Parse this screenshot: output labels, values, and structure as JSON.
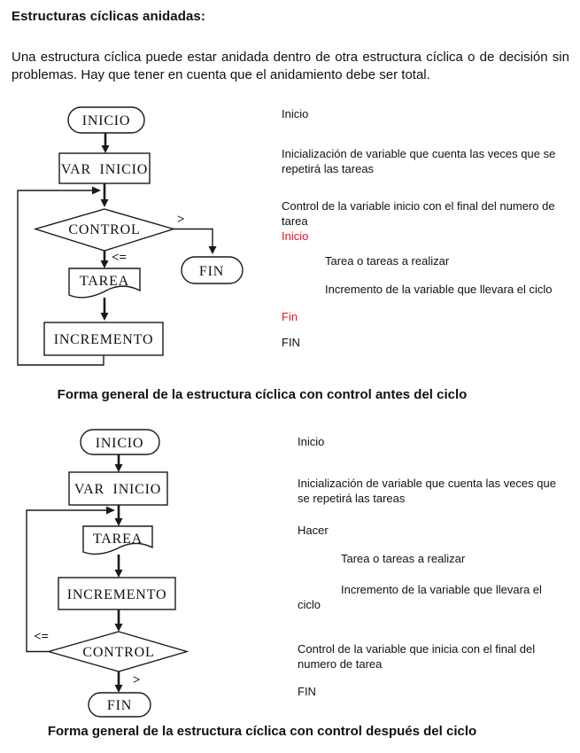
{
  "doc": {
    "title": "Estructuras cíclicas anidadas:",
    "intro": "Una estructura cíclica puede estar anidada dentro de otra estructura cíclica o de decisión sin problemas. Hay que tener en cuenta que el anidamiento debe ser total."
  },
  "colors": {
    "text": "#111111",
    "annotation_red": "#e8112d",
    "line": "#1a1a1a",
    "background": "#ffffff"
  },
  "fc1": {
    "caption": "Forma general de la estructura cíclica con control antes del ciclo",
    "nodes": {
      "start": "INICIO",
      "init": "VAR  INICIO",
      "decision": "CONTROL",
      "task": "TAREA",
      "increment": "INCREMENTO",
      "end": "FIN"
    },
    "edge_labels": {
      "greater": ">",
      "less_equal": "<="
    },
    "ann": [
      {
        "lines": [
          "Inicio"
        ]
      },
      {
        "lines": [
          "Inicialización de variable que cuenta las veces que se",
          "repetirá las tareas"
        ]
      },
      {
        "lines": [
          "Control de la variable inicio con el final del numero de",
          "tarea"
        ]
      },
      {
        "lines": [
          "Inicio"
        ]
      },
      {
        "lines": [
          "Tarea o tareas a realizar"
        ]
      },
      {
        "lines": [
          "Incremento de la variable que llevara el ciclo"
        ]
      },
      {
        "lines": [
          "Fin"
        ]
      },
      {
        "lines": [
          "FIN"
        ]
      }
    ]
  },
  "fc2": {
    "caption": "Forma general de la estructura cíclica con control después del ciclo",
    "nodes": {
      "start": "INICIO",
      "init": "VAR  INICIO",
      "task": "TAREA",
      "increment": "INCREMENTO",
      "decision": "CONTROL",
      "end": "FIN"
    },
    "edge_labels": {
      "greater": ">",
      "less_equal": "<="
    },
    "ann": [
      {
        "lines": [
          "Inicio"
        ]
      },
      {
        "lines": [
          "Inicialización de variable que cuenta las veces que",
          "se repetirá las tareas"
        ]
      },
      {
        "lines": [
          "Hacer"
        ]
      },
      {
        "lines": [
          "Tarea o tareas a realizar"
        ]
      },
      {
        "lines": [
          "Incremento de la variable que llevara el",
          "ciclo"
        ]
      },
      {
        "lines": [
          "Control de la variable que inicia con el final del",
          "numero de tarea"
        ]
      },
      {
        "lines": [
          "FIN"
        ]
      }
    ]
  }
}
